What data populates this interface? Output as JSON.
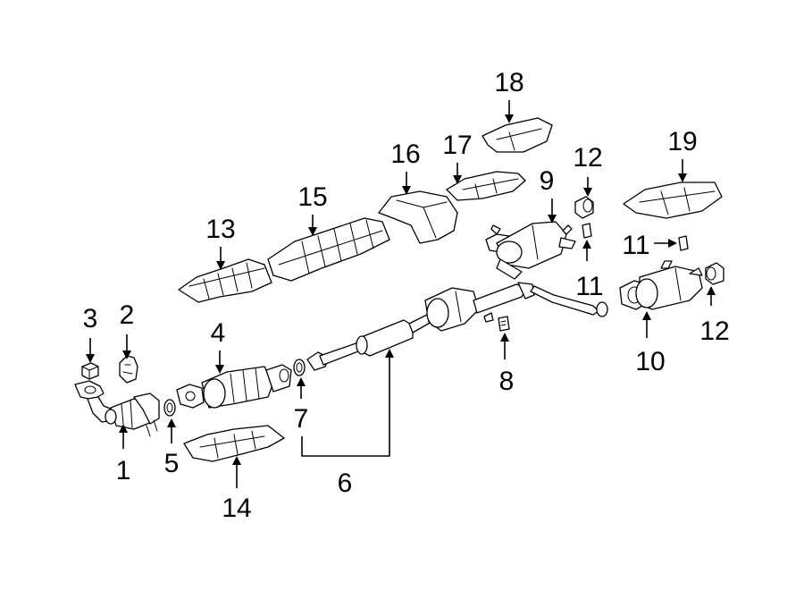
{
  "callouts": [
    {
      "id": "1",
      "text": "1"
    },
    {
      "id": "2",
      "text": "2"
    },
    {
      "id": "3",
      "text": "3"
    },
    {
      "id": "4",
      "text": "4"
    },
    {
      "id": "5",
      "text": "5"
    },
    {
      "id": "6",
      "text": "6"
    },
    {
      "id": "7",
      "text": "7"
    },
    {
      "id": "8",
      "text": "8"
    },
    {
      "id": "9",
      "text": "9"
    },
    {
      "id": "10",
      "text": "10"
    },
    {
      "id": "11a",
      "text": "11"
    },
    {
      "id": "11b",
      "text": "11"
    },
    {
      "id": "12a",
      "text": "12"
    },
    {
      "id": "12b",
      "text": "12"
    },
    {
      "id": "13",
      "text": "13"
    },
    {
      "id": "14",
      "text": "14"
    },
    {
      "id": "15",
      "text": "15"
    },
    {
      "id": "16",
      "text": "16"
    },
    {
      "id": "17",
      "text": "17"
    },
    {
      "id": "18",
      "text": "18"
    },
    {
      "id": "19",
      "text": "19"
    }
  ]
}
